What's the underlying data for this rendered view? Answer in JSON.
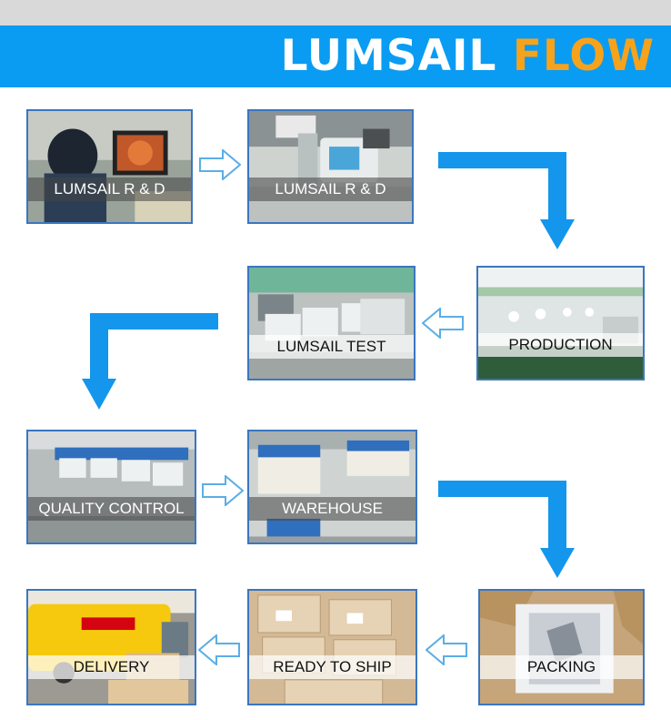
{
  "banner": {
    "title_main": "LUMSAIL",
    "title_accent": "FLOW"
  },
  "steps": [
    {
      "label": "LUMSAIL R & D"
    },
    {
      "label": "LUMSAIL R & D"
    },
    {
      "label": "PRODUCTION"
    },
    {
      "label": "LUMSAIL TEST"
    },
    {
      "label": "QUALITY CONTROL"
    },
    {
      "label": "WAREHOUSE"
    },
    {
      "label": "PACKING"
    },
    {
      "label": "READY TO SHIP"
    },
    {
      "label": "DELIVERY"
    }
  ],
  "colors": {
    "banner": "#0a9cf2",
    "accent": "#f7a21b",
    "flow_arrow": "#1496ec",
    "outline_arrow": "#5aaee6"
  }
}
